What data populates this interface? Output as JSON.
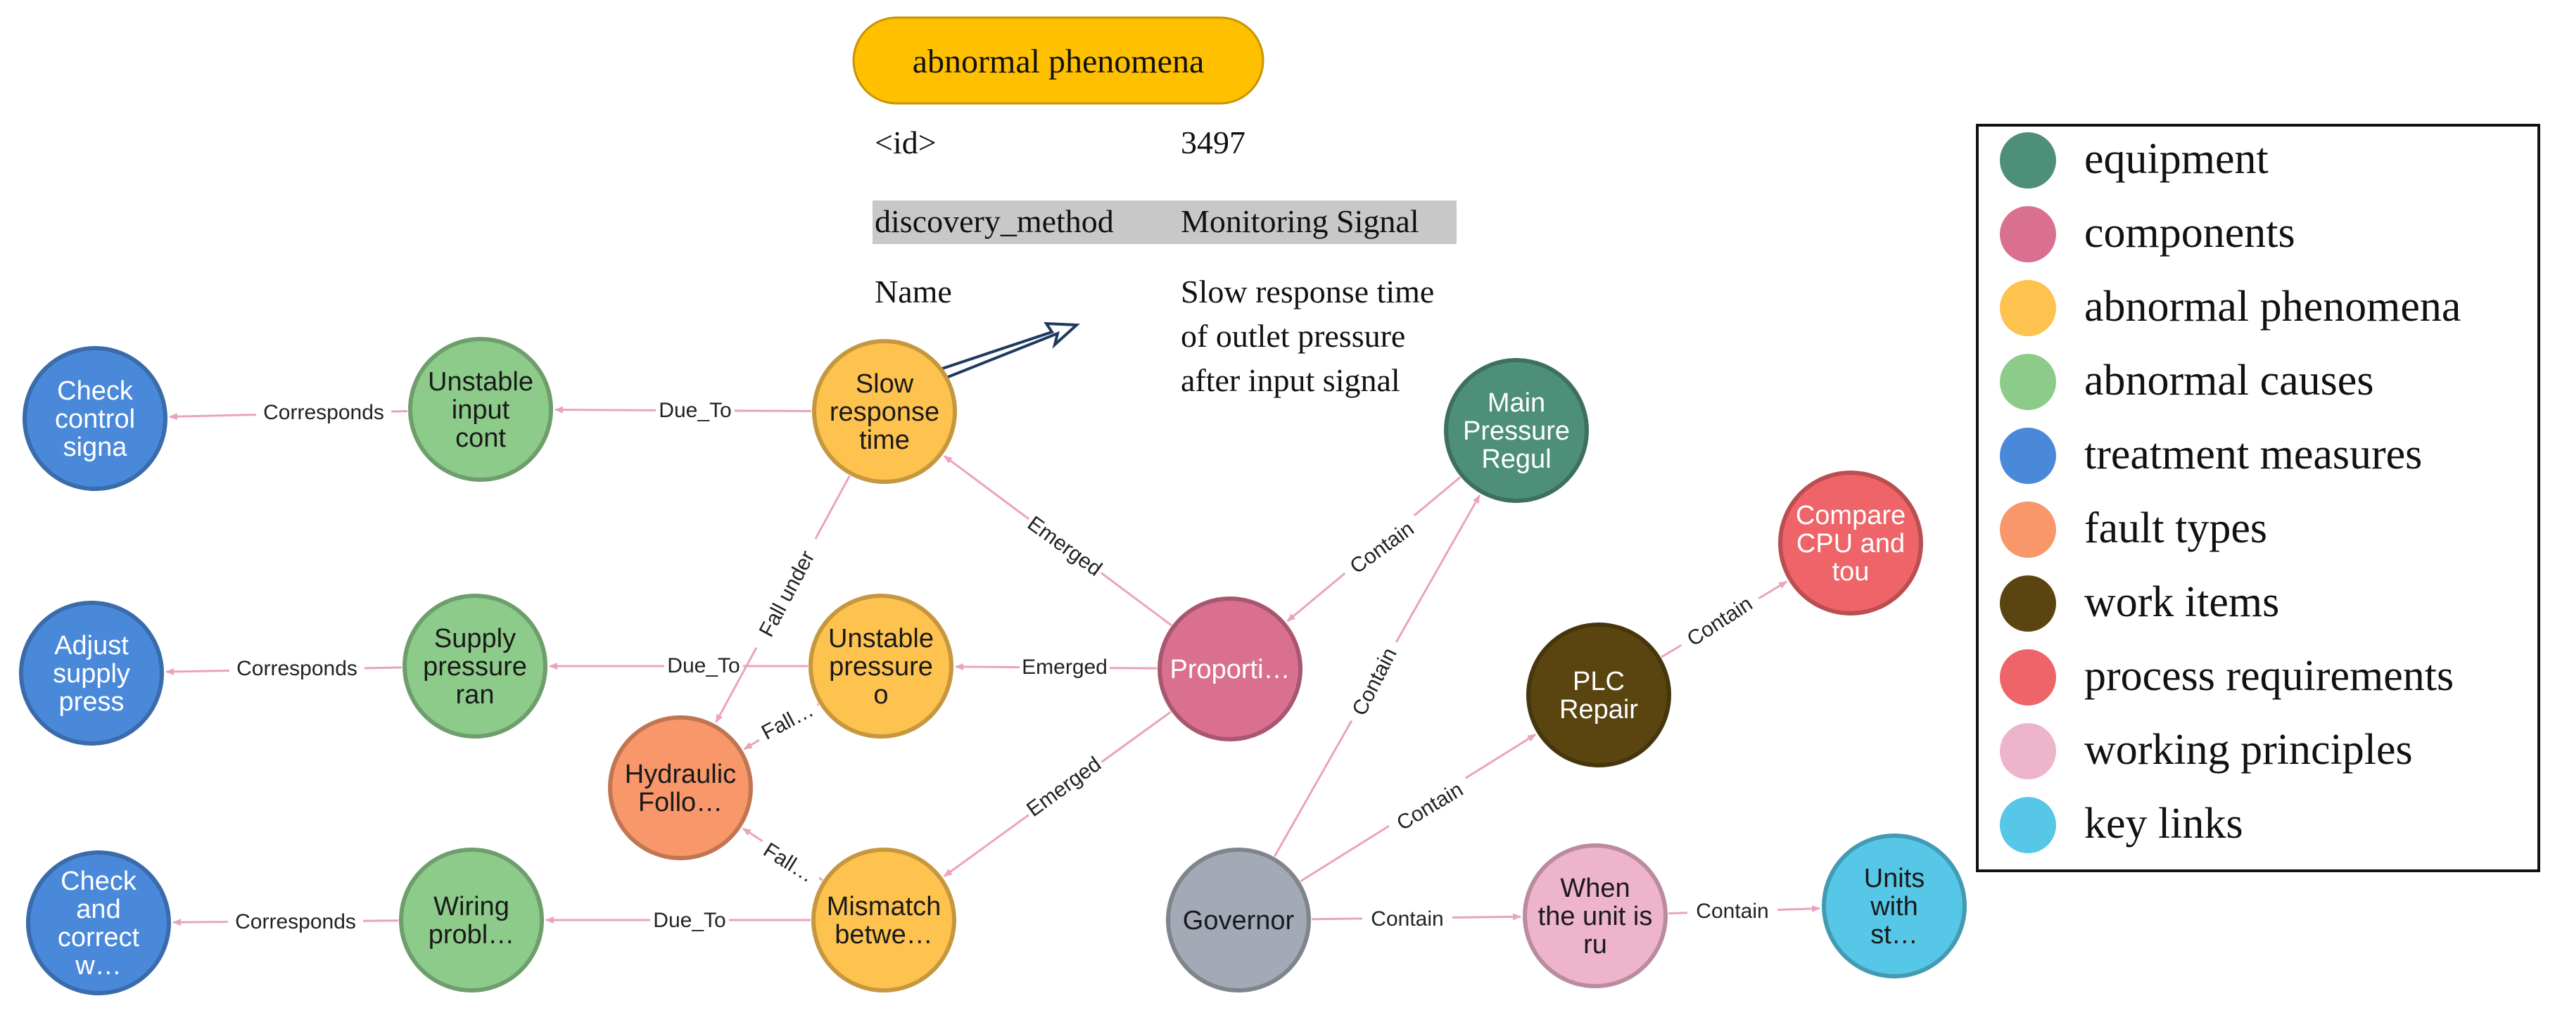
{
  "header": {
    "title": "abnormal phenomena",
    "title_color": "#FFC000"
  },
  "properties": [
    {
      "key": "<id>",
      "value": [
        "3497"
      ],
      "highlight": false
    },
    {
      "key": "discovery_method",
      "value": [
        "Monitoring Signal"
      ],
      "highlight": true
    },
    {
      "key": "Name",
      "value": [
        "Slow response time",
        "of outlet pressure",
        "after input signal"
      ],
      "highlight": false
    }
  ],
  "legend": [
    {
      "label": "equipment",
      "color": "#4E8F7A"
    },
    {
      "label": "components",
      "color": "#D9708F"
    },
    {
      "label": "abnormal phenomena",
      "color": "#FEC24F"
    },
    {
      "label": "abnormal causes",
      "color": "#8DCB8A"
    },
    {
      "label": "treatment measures",
      "color": "#4A89DA"
    },
    {
      "label": "fault types",
      "color": "#F7976A"
    },
    {
      "label": "work items",
      "color": "#5A4510"
    },
    {
      "label": "process requirements",
      "color": "#EE6468"
    },
    {
      "label": "working principles",
      "color": "#EDB4CB"
    },
    {
      "label": "key links",
      "color": "#56C7E6"
    }
  ],
  "nodes": [
    {
      "id": "n1",
      "lines": [
        "Check",
        "control",
        "signa"
      ],
      "category": "treatment measures"
    },
    {
      "id": "n2",
      "lines": [
        "Unstable",
        "input",
        "cont"
      ],
      "category": "abnormal causes"
    },
    {
      "id": "n3",
      "lines": [
        "Slow",
        "response",
        "time"
      ],
      "category": "abnormal phenomena"
    },
    {
      "id": "n4",
      "lines": [
        "Adjust",
        "supply",
        "press"
      ],
      "category": "treatment measures"
    },
    {
      "id": "n5",
      "lines": [
        "Supply",
        "pressure",
        "ran"
      ],
      "category": "abnormal causes"
    },
    {
      "id": "n6",
      "lines": [
        "Unstable",
        "pressure",
        "o"
      ],
      "category": "abnormal phenomena"
    },
    {
      "id": "n7",
      "lines": [
        "Hydraulic",
        "Follo…"
      ],
      "category": "fault types"
    },
    {
      "id": "n8",
      "lines": [
        "Proporti…"
      ],
      "category": "components"
    },
    {
      "id": "n9",
      "lines": [
        "Check",
        "and",
        "correct",
        "w…"
      ],
      "category": "treatment measures"
    },
    {
      "id": "n10",
      "lines": [
        "Wiring",
        "probl…"
      ],
      "category": "abnormal causes"
    },
    {
      "id": "n11",
      "lines": [
        "Mismatch",
        "betwe…"
      ],
      "category": "abnormal phenomena"
    },
    {
      "id": "n12",
      "lines": [
        "Main",
        "Pressure",
        "Regul"
      ],
      "category": "equipment"
    },
    {
      "id": "n13",
      "lines": [
        "Compare",
        "CPU and",
        "tou"
      ],
      "category": "process requirements"
    },
    {
      "id": "n14",
      "lines": [
        "PLC",
        "Repair"
      ],
      "category": "work items"
    },
    {
      "id": "n15",
      "lines": [
        "Governor"
      ],
      "category": "other"
    },
    {
      "id": "n16",
      "lines": [
        "When",
        "the unit is",
        "ru"
      ],
      "category": "working principles"
    },
    {
      "id": "n17",
      "lines": [
        "Units",
        "with",
        "st…"
      ],
      "category": "key links"
    }
  ],
  "edges": [
    {
      "from": "n2",
      "to": "n1",
      "label": "Corresponds"
    },
    {
      "from": "n3",
      "to": "n2",
      "label": "Due_To"
    },
    {
      "from": "n5",
      "to": "n4",
      "label": "Corresponds"
    },
    {
      "from": "n6",
      "to": "n5",
      "label": "Due_To"
    },
    {
      "from": "n10",
      "to": "n9",
      "label": "Corresponds"
    },
    {
      "from": "n11",
      "to": "n10",
      "label": "Due_To"
    },
    {
      "from": "n3",
      "to": "n7",
      "label": "Fall under"
    },
    {
      "from": "n6",
      "to": "n7",
      "label": "Fall…"
    },
    {
      "from": "n11",
      "to": "n7",
      "label": "Fall…"
    },
    {
      "from": "n8",
      "to": "n3",
      "label": "Emerged"
    },
    {
      "from": "n8",
      "to": "n6",
      "label": "Emerged"
    },
    {
      "from": "n8",
      "to": "n11",
      "label": "Emerged"
    },
    {
      "from": "n12",
      "to": "n8",
      "label": "Contain"
    },
    {
      "from": "n15",
      "to": "n12",
      "label": "Contain"
    },
    {
      "from": "n15",
      "to": "n14",
      "label": "Contain"
    },
    {
      "from": "n15",
      "to": "n16",
      "label": "Contain"
    },
    {
      "from": "n14",
      "to": "n13",
      "label": "Contain"
    },
    {
      "from": "n16",
      "to": "n17",
      "label": "Contain"
    }
  ],
  "other_color": "#A3A9B5"
}
